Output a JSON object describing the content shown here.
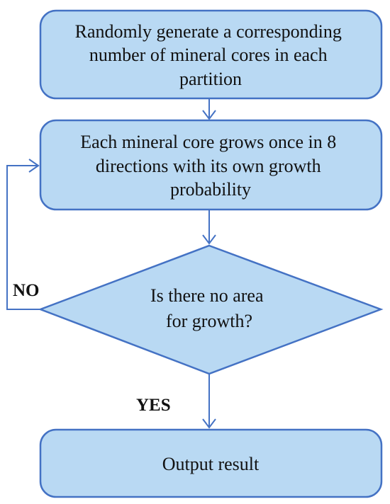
{
  "nodes": {
    "generate": {
      "lines": [
        "Randomly generate a corresponding",
        "number of mineral cores in each",
        "partition"
      ]
    },
    "grow": {
      "lines": [
        "Each mineral core grows once in 8",
        "directions with its own growth",
        "probability"
      ]
    },
    "decision": {
      "lines": [
        "Is there no area",
        "for growth?"
      ]
    },
    "output": {
      "lines": [
        "Output result"
      ]
    }
  },
  "edges": {
    "no_label": "NO",
    "yes_label": "YES"
  },
  "colors": {
    "box_fill": "#b9d9f3",
    "box_stroke": "#4472c4",
    "connector": "#4472c4",
    "text": "#111111"
  }
}
